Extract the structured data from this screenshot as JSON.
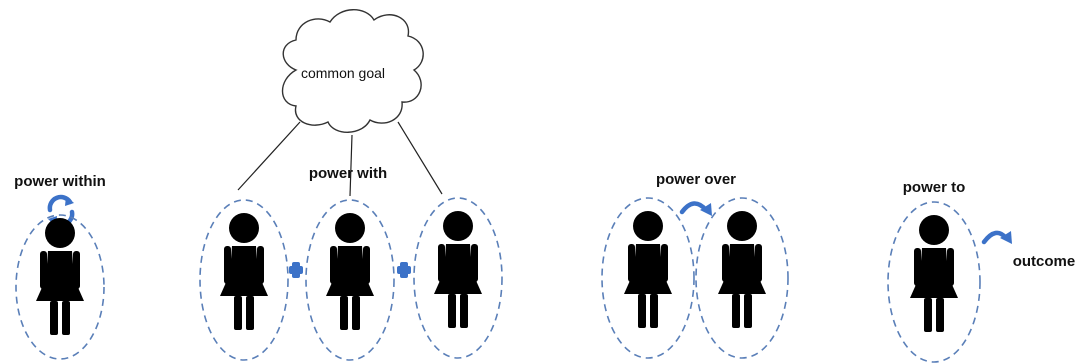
{
  "diagram": {
    "cloud_label": "common goal",
    "groups": {
      "within": {
        "label": "power within"
      },
      "with": {
        "label": "power with"
      },
      "over": {
        "label": "power over"
      },
      "to": {
        "label": "power to",
        "outcome": "outcome"
      }
    }
  },
  "colors": {
    "accent": "#3c72c8",
    "halo": "#5a7fb8",
    "figure": "#000000"
  },
  "icons": [
    "person-icon",
    "cycle-icon",
    "curved-arrow-icon",
    "plus-icon"
  ]
}
